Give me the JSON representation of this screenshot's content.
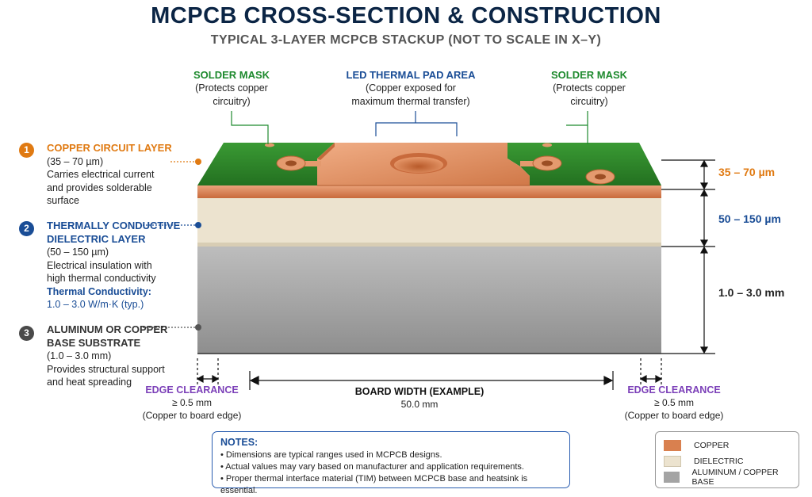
{
  "title": "MCPCB CROSS-SECTION & CONSTRUCTION",
  "subtitle": "TYPICAL 3-LAYER MCPCB STACKUP (NOT TO SCALE IN X–Y)",
  "top_labels": {
    "solder_left": {
      "heading": "SOLDER MASK",
      "line1": "(Protects copper",
      "line2": "circuitry)"
    },
    "led_pad": {
      "heading": "LED THERMAL PAD AREA",
      "line1": "(Copper exposed for",
      "line2": "maximum thermal transfer)"
    },
    "solder_right": {
      "heading": "SOLDER MASK",
      "line1": "(Protects copper",
      "line2": "circuitry)"
    }
  },
  "layers": [
    {
      "num": "1",
      "heading1": "COPPER CIRCUIT LAYER",
      "heading2": "",
      "range": "(35 – 70 µm)",
      "desc1": "Carries electrical current",
      "desc2": "and provides solderable",
      "desc3": "surface"
    },
    {
      "num": "2",
      "heading1": "THERMALLY CONDUCTIVE",
      "heading2": "DIELECTRIC LAYER",
      "range": "(50 – 150 µm)",
      "desc1": "Electrical insulation with",
      "desc2": "high thermal conductivity",
      "tc_label": "Thermal Conductivity:",
      "tc_value": "1.0 – 3.0 W/m·K (typ.)"
    },
    {
      "num": "3",
      "heading1": "ALUMINUM OR COPPER",
      "heading2": "BASE SUBSTRATE",
      "range": "(1.0 – 3.0 mm)",
      "desc1": "Provides structural support",
      "desc2": "and heat spreading"
    }
  ],
  "dimensions": {
    "copper": "35 – 70 µm",
    "dielectric": "50 – 150 µm",
    "base": "1.0 – 3.0 mm"
  },
  "edge_clearance": {
    "heading": "EDGE CLEARANCE",
    "value": "≥ 0.5 mm",
    "note": "(Copper to board edge)"
  },
  "board_width": {
    "heading": "BOARD WIDTH (EXAMPLE)",
    "value": "50.0 mm"
  },
  "notes": {
    "heading": "NOTES:",
    "items": [
      "• Dimensions are typical ranges used in MCPCB designs.",
      "• Actual values may vary based on manufacturer and application requirements.",
      "• Proper thermal interface material (TIM) between MCPCB base and heatsink is essential."
    ]
  },
  "legend": [
    {
      "label": "COPPER",
      "color": "#d9804f"
    },
    {
      "label": "DIELECTRIC",
      "color": "#ece3cf"
    },
    {
      "label": "ALUMINUM / COPPER BASE",
      "color": "#a4a4a4"
    }
  ],
  "colors": {
    "solder_mask": "#2e8b2c",
    "copper": "#d9804f",
    "dielectric": "#ece3cf",
    "base": "#a4a4a4",
    "title": "#0b2545",
    "accent_blue": "#1a4d96",
    "accent_orange": "#e07a12",
    "accent_green": "#1e8a2e",
    "accent_purple": "#7b3fb8"
  }
}
